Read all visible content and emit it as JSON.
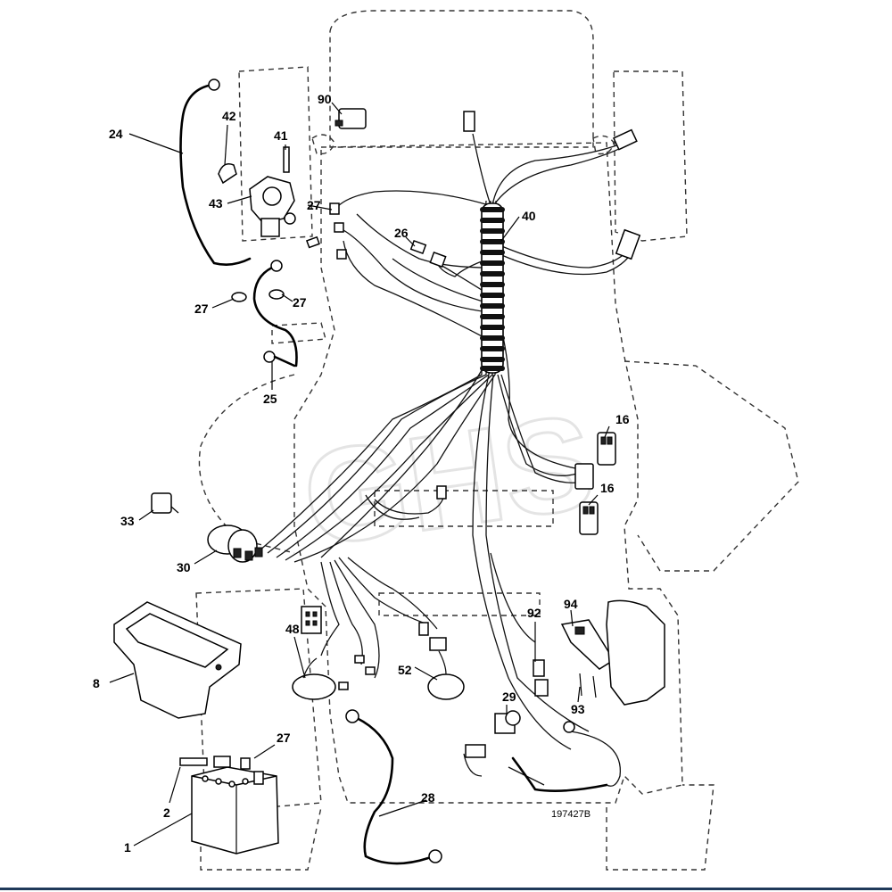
{
  "diagram": {
    "drawing_number": "197427B",
    "watermark": "GHS",
    "callouts": [
      {
        "id": "c1",
        "label": "1"
      },
      {
        "id": "c2",
        "label": "2"
      },
      {
        "id": "c8",
        "label": "8"
      },
      {
        "id": "c16a",
        "label": "16"
      },
      {
        "id": "c16b",
        "label": "16"
      },
      {
        "id": "c24",
        "label": "24"
      },
      {
        "id": "c25",
        "label": "25"
      },
      {
        "id": "c26",
        "label": "26"
      },
      {
        "id": "c27a",
        "label": "27"
      },
      {
        "id": "c27b",
        "label": "27"
      },
      {
        "id": "c27c",
        "label": "27"
      },
      {
        "id": "c27d",
        "label": "27"
      },
      {
        "id": "c28",
        "label": "28"
      },
      {
        "id": "c29",
        "label": "29"
      },
      {
        "id": "c30",
        "label": "30"
      },
      {
        "id": "c33",
        "label": "33"
      },
      {
        "id": "c40",
        "label": "40"
      },
      {
        "id": "c41",
        "label": "41"
      },
      {
        "id": "c42",
        "label": "42"
      },
      {
        "id": "c43",
        "label": "43"
      },
      {
        "id": "c48",
        "label": "48"
      },
      {
        "id": "c52",
        "label": "52"
      },
      {
        "id": "c90",
        "label": "90"
      },
      {
        "id": "c92",
        "label": "92"
      },
      {
        "id": "c93",
        "label": "93"
      },
      {
        "id": "c94",
        "label": "94"
      }
    ]
  }
}
